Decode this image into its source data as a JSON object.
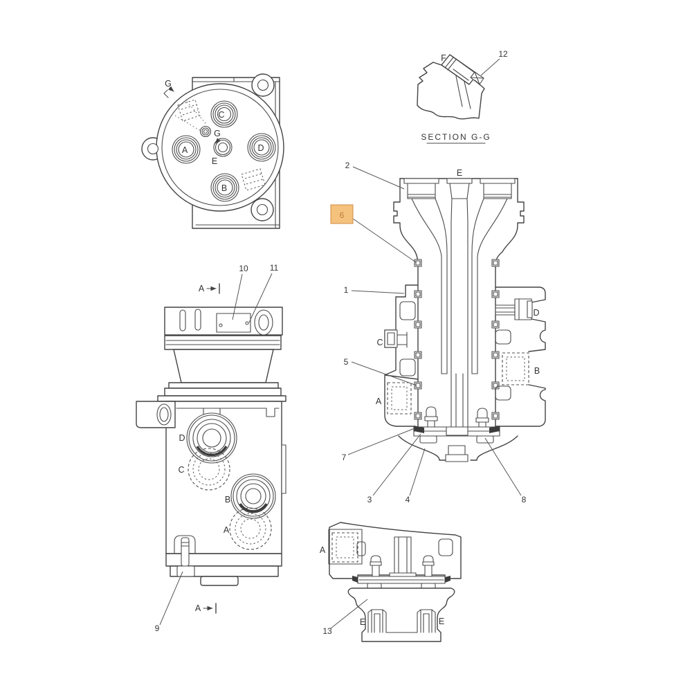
{
  "colors": {
    "background": "#ffffff",
    "line": "#424242",
    "text": "#333333",
    "highlight_fill": "#f5c27e",
    "highlight_border": "#ce8b45",
    "highlight_text": "#bb7d3e"
  },
  "top_view": {
    "section_label_1": "G",
    "section_label_2": "G",
    "port_c": "C",
    "port_a": "A",
    "port_d": "D",
    "port_e": "E",
    "port_b": "B"
  },
  "section_gg": {
    "face_label": "F",
    "callout_12": "12",
    "caption": "SECTION  G-G"
  },
  "side_view": {
    "callout_10": "10",
    "callout_11": "11",
    "callout_9": "9",
    "section_label_top": "A",
    "section_label_bottom": "A",
    "port_d": "D",
    "port_c": "C",
    "port_b": "B",
    "port_a": "A"
  },
  "main_view": {
    "callout_2": "2",
    "callout_6": "6",
    "callout_1": "1",
    "callout_5": "5",
    "callout_7": "7",
    "callout_3": "3",
    "callout_4": "4",
    "callout_8": "8",
    "port_e": "E",
    "port_c": "C",
    "port_a": "A",
    "port_d": "D",
    "port_b": "B"
  },
  "bottom_view": {
    "callout_13": "13",
    "port_a": "A",
    "port_e_left": "E",
    "port_e_right": "E"
  }
}
